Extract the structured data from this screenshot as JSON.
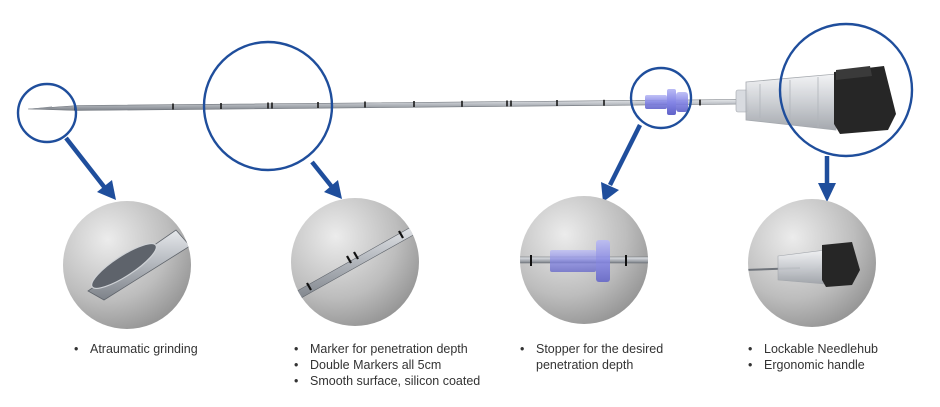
{
  "features": {
    "tip": {
      "items": [
        "Atraumatic grinding"
      ]
    },
    "marker": {
      "items": [
        "Marker for penetration depth",
        "Double Markers all 5cm",
        "Smooth surface, silicon coated"
      ]
    },
    "stopper": {
      "items": [
        "Stopper for the desired penetration depth"
      ]
    },
    "hub": {
      "items": [
        "Lockable Needlehub",
        "Ergonomic handle"
      ]
    }
  },
  "colors": {
    "accent": "#1f4e9c",
    "needle": "#a9adb3",
    "marker": "#1a1a1a",
    "stopper": "#7f82e0",
    "hub_clip": "#2a2a2a"
  }
}
